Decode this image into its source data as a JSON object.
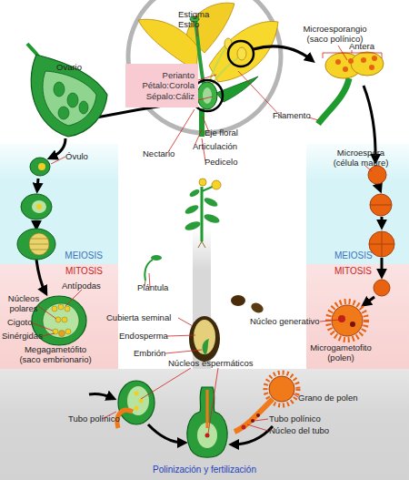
{
  "diagram": {
    "nodes": [
      {
        "text": [
          "Perianto",
          "Pétalo:Corola",
          "Sépalo:Cáliz"
        ]
      },
      {
        "text": [
          "MEIOSIS"
        ]
      },
      {
        "text": [
          "MITOSIS"
        ]
      },
      {
        "text": [
          "MEIOSIS"
        ]
      },
      {
        "text": [
          "MITOSIS"
        ]
      },
      {
        "text": [
          "Polinización y fertilización"
        ]
      }
    ],
    "labels": [
      "Estigma",
      "Estilo",
      "Microesporangio (saco polínico)",
      "Antera",
      "Ovario",
      "Filamento",
      "Eje floral",
      "Nectario",
      "Articulación",
      "Pedicelo",
      "Óvulo",
      "Microespora (célula madre)",
      "Antípodas",
      "Núcleos polares",
      "Cigoto",
      "Sinérgidas",
      "Megagametófito (saco embrionario)",
      "Plántula",
      "Cubierta seminal",
      "Endosperma",
      "Embrión",
      "Núcleo generativo",
      "Microgametofito (polen)",
      "Núcleos espermáticos",
      "Grano de polen",
      "Tubo polínico",
      "Tubo polínico",
      "Núcleo del tubo"
    ]
  }
}
